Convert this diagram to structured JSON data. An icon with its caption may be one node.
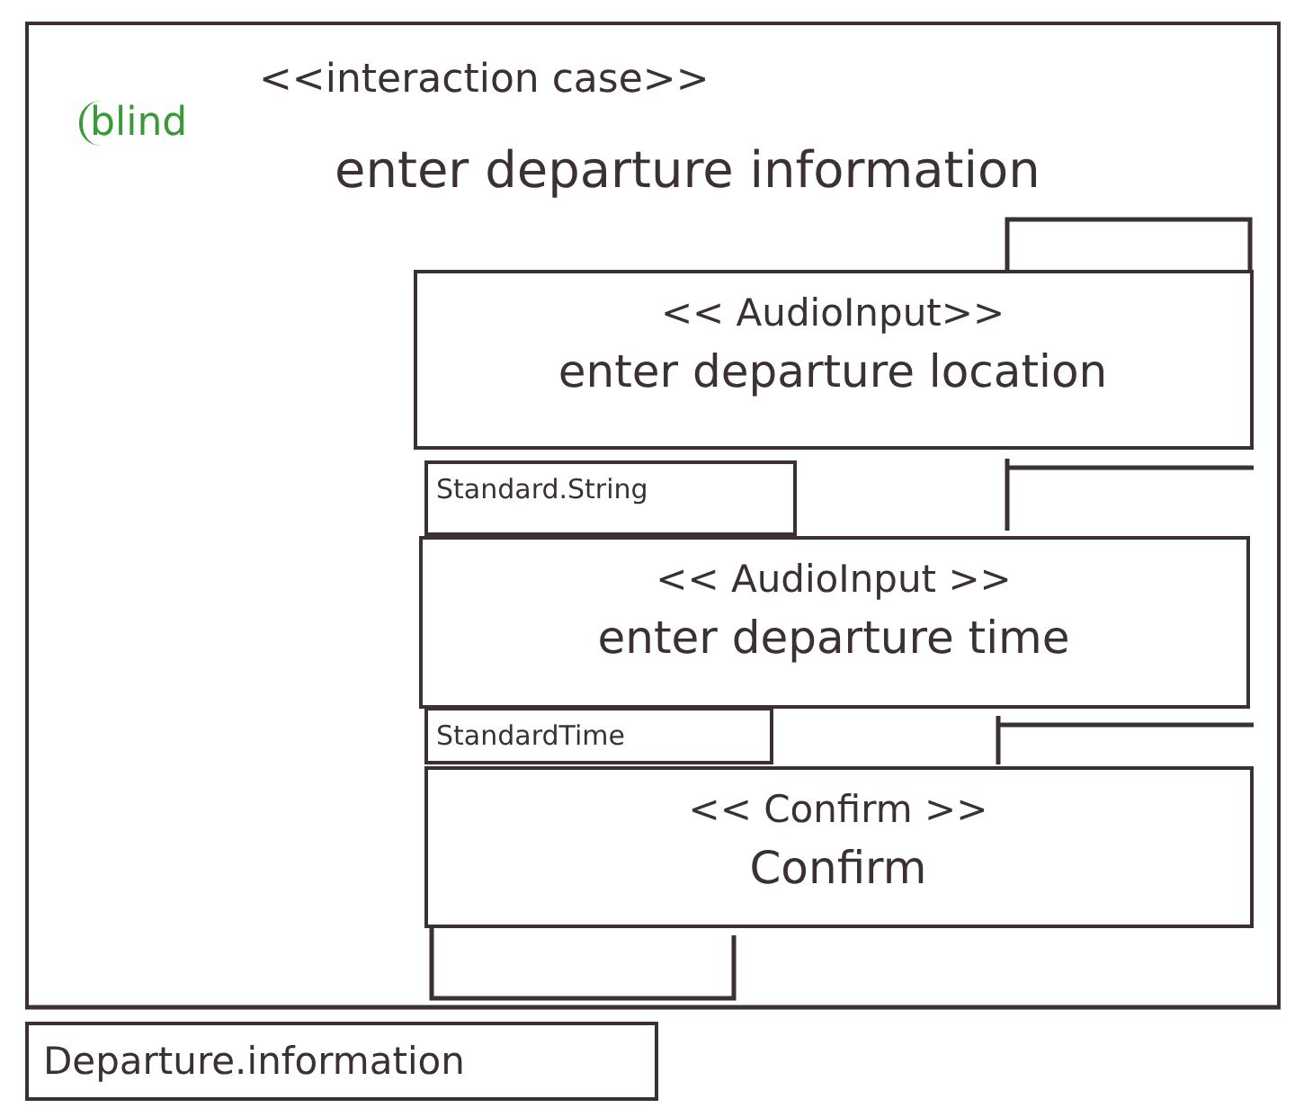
{
  "diagram": {
    "nodes": [
      {
        "text": [
          "blind",
          "<<interaction case>>",
          "enter departure information"
        ]
      },
      {
        "text": [
          "<< AudioInput>>",
          "enter departure location"
        ],
        "in": 0
      },
      {
        "text": [
          "Standard.String"
        ],
        "in": 0
      },
      {
        "text": [
          "<< AudioInput >>",
          "enter departure time"
        ],
        "in": 0
      },
      {
        "text": [
          "StandardTime"
        ],
        "in": 0
      },
      {
        "text": [
          "<< Confirm >>",
          "Confirm"
        ],
        "in": 0
      },
      {
        "text": [
          "Departure.information"
        ]
      }
    ]
  }
}
